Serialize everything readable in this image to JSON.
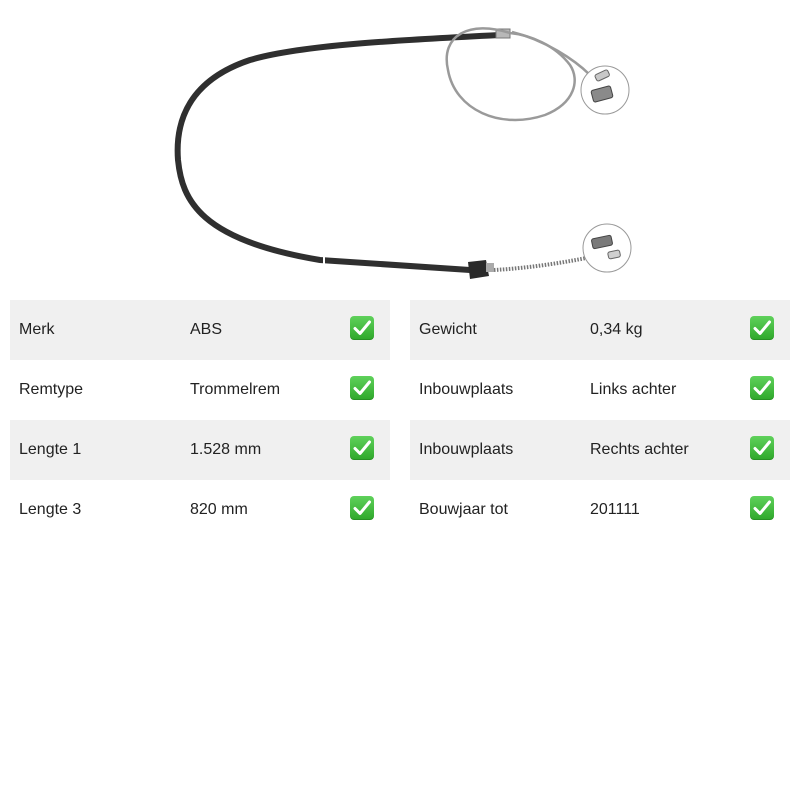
{
  "specs_left": [
    {
      "label": "Merk",
      "value": "ABS"
    },
    {
      "label": "Remtype",
      "value": "Trommelrem"
    },
    {
      "label": "Lengte 1",
      "value": "1.528 mm"
    },
    {
      "label": "Lengte 3",
      "value": "820 mm"
    }
  ],
  "specs_right": [
    {
      "label": "Gewicht",
      "value": "0,34 kg"
    },
    {
      "label": "Inbouwplaats",
      "value": "Links achter"
    },
    {
      "label": "Inbouwplaats",
      "value": "Rechts achter"
    },
    {
      "label": "Bouwjaar tot",
      "value": "201111"
    }
  ],
  "icons": {
    "check": "check-mark-icon",
    "product": "brake-cable-image"
  },
  "colors": {
    "check_green": "#3bb537",
    "row_shade": "#f0f0f0",
    "cable_dark": "#333333",
    "cable_light": "#9a9a9a"
  }
}
